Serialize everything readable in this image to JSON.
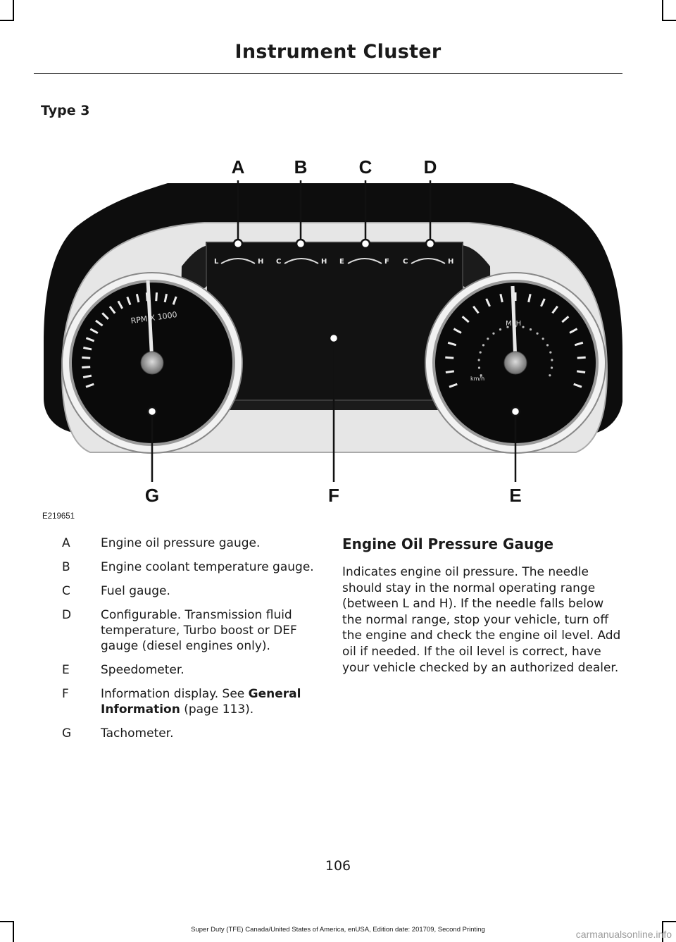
{
  "header": {
    "title": "Instrument Cluster"
  },
  "section": {
    "title": "Type 3"
  },
  "figure": {
    "id": "E219651",
    "callout_letters": {
      "a": "A",
      "b": "B",
      "c": "C",
      "d": "D",
      "e": "E",
      "f": "F",
      "g": "G"
    },
    "gauge_letters": {
      "a_left": "L",
      "a_right": "H",
      "b_left": "C",
      "b_right": "H",
      "c_left": "E",
      "c_right": "F",
      "d_left": "C",
      "d_right": "H"
    },
    "tach_label": "RPM X 1000",
    "speed_label_mph": "MPH",
    "speed_label_kmh": "km/h"
  },
  "callouts": [
    {
      "letter": "A",
      "text": "Engine oil pressure gauge."
    },
    {
      "letter": "B",
      "text": "Engine coolant temperature gauge."
    },
    {
      "letter": "C",
      "text": "Fuel gauge."
    },
    {
      "letter": "D",
      "text": "Configurable. Transmission fluid temperature, Turbo boost or DEF gauge (diesel engines only)."
    },
    {
      "letter": "E",
      "text": "Speedometer."
    },
    {
      "letter": "F",
      "text_before": "Information display.  See ",
      "link": "General Information",
      "text_after": " (page 113)."
    },
    {
      "letter": "G",
      "text": "Tachometer."
    }
  ],
  "oil_section": {
    "title": "Engine Oil Pressure Gauge",
    "body": "Indicates engine oil pressure. The needle should stay in the normal operating range (between L and H). If the needle falls below the normal range, stop your vehicle, turn off the engine and check the engine oil level. Add oil if needed. If the oil level is correct, have your vehicle checked by an authorized dealer."
  },
  "page_number": "106",
  "footer": "Super Duty (TFE) Canada/United States of America, enUSA, Edition date: 201709, Second Printing",
  "watermark": "carmanualsonline.info"
}
